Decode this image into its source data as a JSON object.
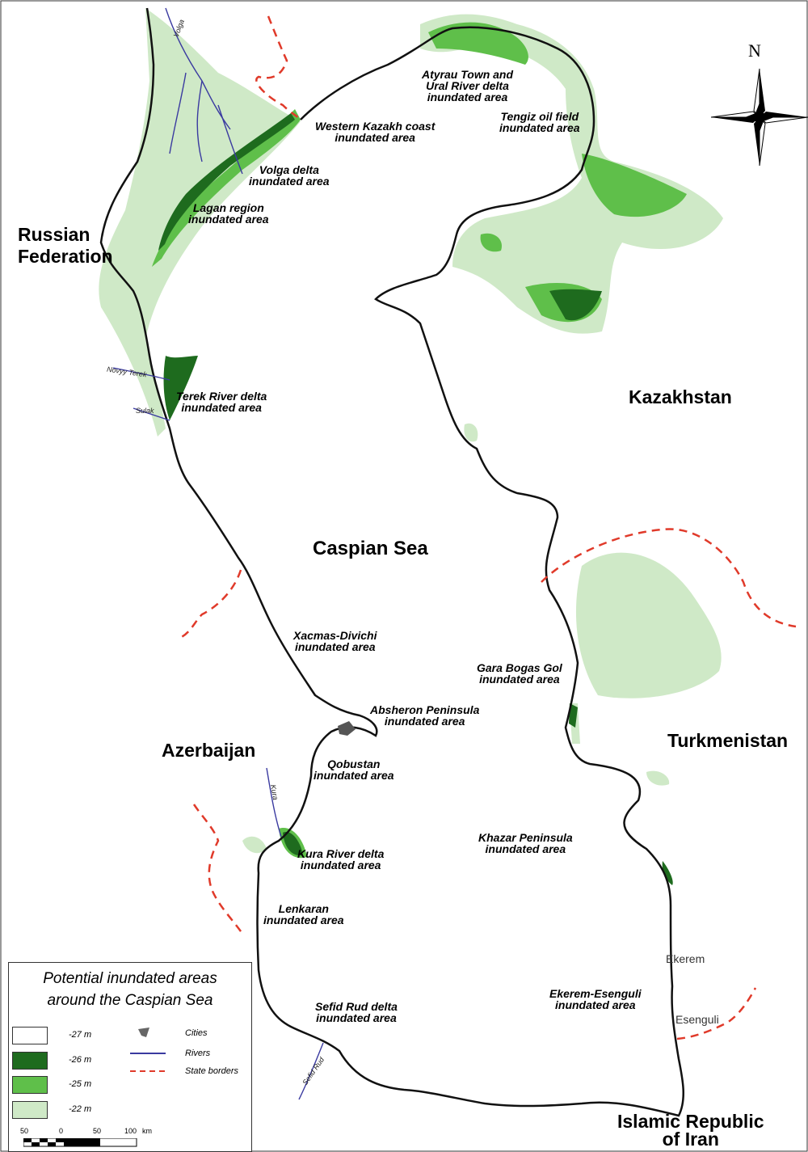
{
  "legend": {
    "title": "Potential inundated areas\naround the Caspian Sea",
    "depths": [
      {
        "label": "-27 m",
        "color": "#ffffff"
      },
      {
        "label": "-26 m",
        "color": "#1e6b1e"
      },
      {
        "label": "-25 m",
        "color": "#5fbf4a"
      },
      {
        "label": "-22 m",
        "color": "#cfe9c7"
      }
    ],
    "symbols": {
      "cities": "Cities",
      "rivers": "Rivers",
      "borders": "State borders"
    },
    "scale": [
      "50",
      "0",
      "50",
      "100",
      "km"
    ]
  },
  "north": "N",
  "sea": "Caspian Sea",
  "countries": {
    "russia": "Russian\nFederation",
    "kazakhstan": "Kazakhstan",
    "azerbaijan": "Azerbaijan",
    "turkmenistan": "Turkmenistan",
    "iran": "Islamic Republic\nof Iran"
  },
  "areas": {
    "atyrau": "Atyrau Town and\nUral River delta\ninundated area",
    "western_kazakh": "Western Kazakh coast\ninundated area",
    "tengiz": "Tengiz oil field\ninundated area",
    "volga": "Volga delta\ninundated area",
    "lagan": "Lagan region\ninundated area",
    "terek": "Terek River delta\ninundated area",
    "xacmas": "Xacmas-Divichi\ninundated area",
    "gara_bogas": "Gara Bogas Gol\ninundated area",
    "absheron": "Absheron Peninsula\ninundated area",
    "qobustan": "Qobustan\ninundated area",
    "khazar": "Khazar Peninsula\ninundated area",
    "kura": "Kura River delta\ninundated area",
    "lenkaran": "Lenkaran\ninundated area",
    "ekerem_esenguli": "Ekerem-Esenguli\ninundated area",
    "sefid_rud": "Sefid Rud delta\ninundated area"
  },
  "rivers": {
    "volga": "Volga",
    "novy_terek": "Novyy Terek",
    "sulak": "Sulak",
    "kura": "Kura",
    "sefid_rud": "Sefid Rud"
  },
  "towns": {
    "ekerem": "Ekerem",
    "esenguli": "Esenguli"
  },
  "colors": {
    "dark": "#1e6b1e",
    "mid": "#5fbf4a",
    "light": "#cfe9c7",
    "border": "#e03a2a",
    "river": "#3a3aa0",
    "coast": "#111111"
  }
}
